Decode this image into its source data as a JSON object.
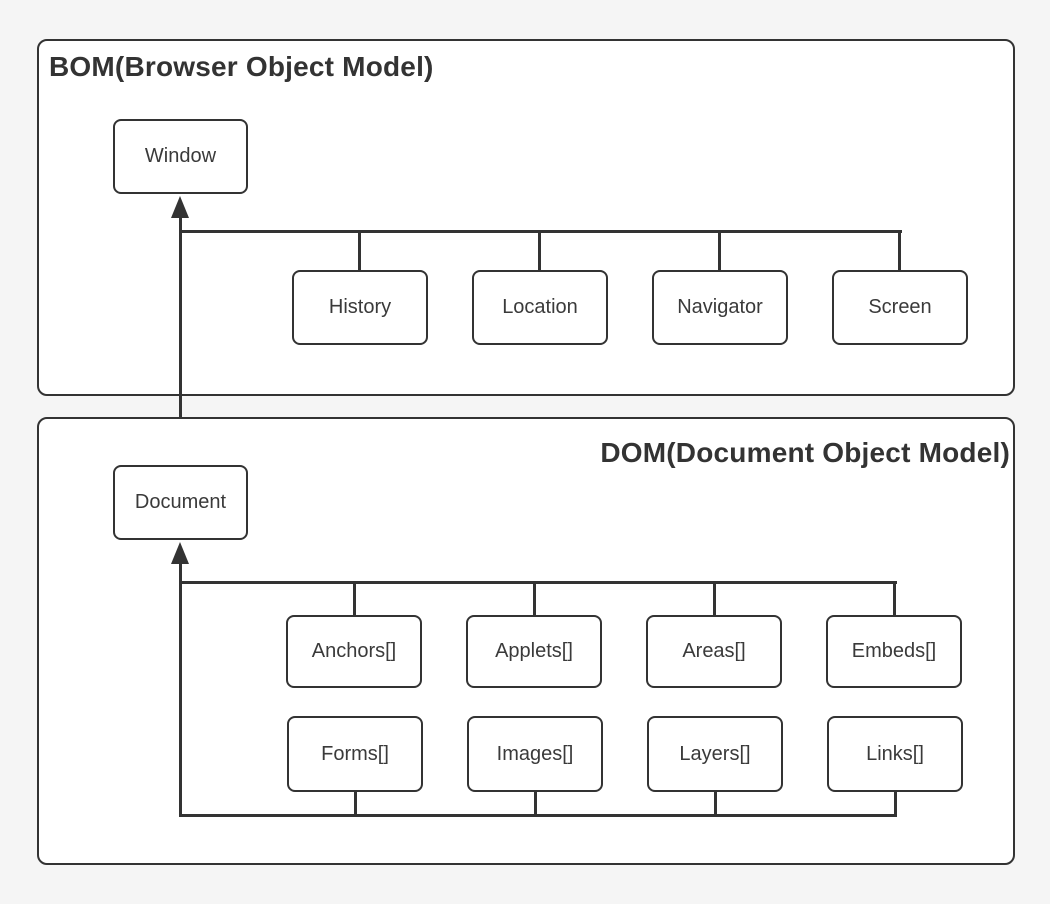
{
  "diagram": {
    "bom": {
      "title": "BOM(Browser Object Model)",
      "root": "Window",
      "children": [
        "History",
        "Location",
        "Navigator",
        "Screen"
      ]
    },
    "dom": {
      "title": "DOM(Document Object Model)",
      "root": "Document",
      "children_top": [
        "Anchors[]",
        "Applets[]",
        "Areas[]",
        "Embeds[]"
      ],
      "children_bottom": [
        "Forms[]",
        "Images[]",
        "Layers[]",
        "Links[]"
      ]
    },
    "colors": {
      "background": "#f5f5f5",
      "panel_fill": "#ffffff",
      "stroke": "#333333",
      "text": "#333333"
    }
  }
}
